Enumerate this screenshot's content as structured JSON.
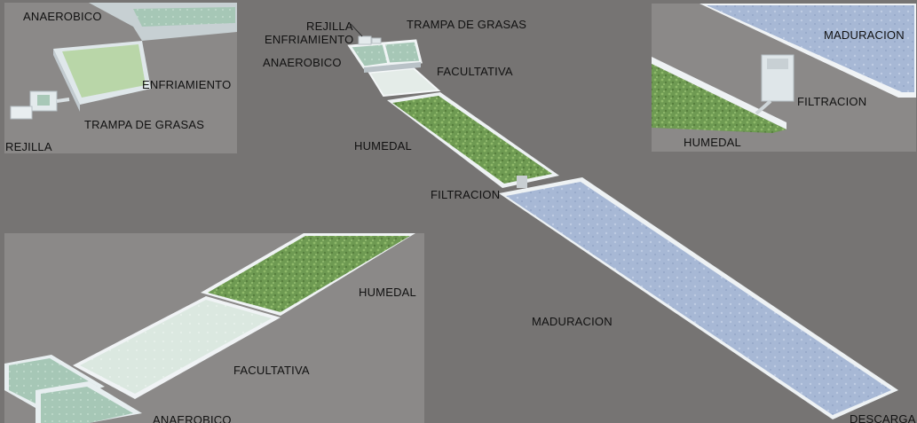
{
  "main": {
    "rejilla": "REJILLA",
    "enfriamiento": "ENFRIAMIENTO",
    "trampa": "TRAMPA DE GRASAS",
    "anaerobico": "ANAEROBICO",
    "facultativa": "FACULTATIVA",
    "humedal": "HUMEDAL",
    "filtracion": "FILTRACION",
    "maduracion": "MADURACION",
    "descarga": "DESCARGA"
  },
  "inset_top_left": {
    "anaerobico": "ANAEROBICO",
    "enfriamiento": "ENFRIAMIENTO",
    "trampa": "TRAMPA DE GRASAS",
    "rejilla": "REJILLA"
  },
  "inset_top_right": {
    "maduracion": "MADURACION",
    "filtracion": "FILTRACION",
    "humedal": "HUMEDAL"
  },
  "inset_bottom_left": {
    "humedal": "HUMEDAL",
    "facultativa": "FACULTATIVA",
    "anaerobico": "ANAEROBICO"
  },
  "colors": {
    "background": "#767473",
    "inset_background": "#8a8887",
    "wetland": "#6f9a54",
    "maturation": "#a9bad6",
    "facultative": "#dde9e2",
    "wall": "#e9eef0"
  }
}
